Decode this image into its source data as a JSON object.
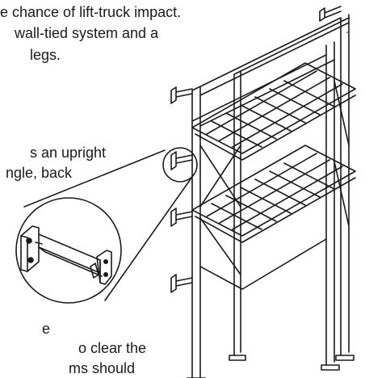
{
  "text_lines": [
    "e chance of lift-truck impact.",
    "wall-tied system and a",
    "legs.",
    "s an upright",
    "ngle, back",
    "e",
    "o clear the",
    "ms should"
  ],
  "illustration": {
    "subject": "double-tier rack frame with wall-tie brackets",
    "detail_callout": "wall-tie bracket (magnified)",
    "line_color": "#1a1a1a"
  }
}
